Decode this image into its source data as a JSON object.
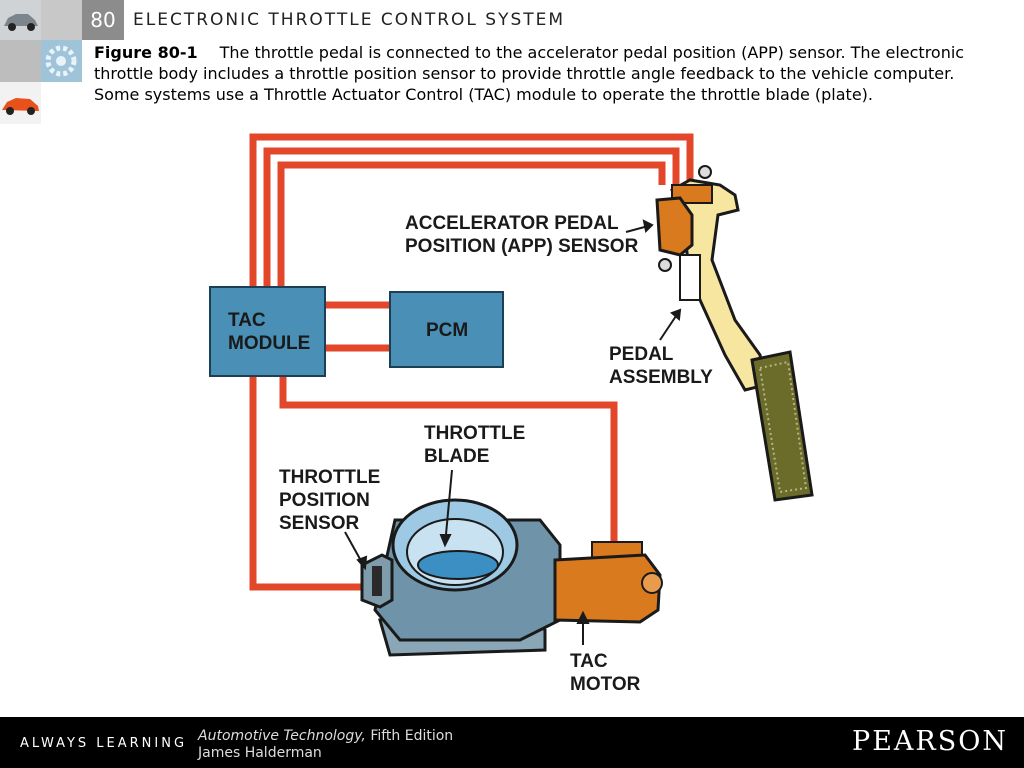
{
  "header": {
    "chapter_number": "80",
    "title": "ELECTRONIC THROTTLE CONTROL SYSTEM"
  },
  "caption": {
    "figure_label": "Figure 80-1",
    "text": "The throttle pedal is connected to the accelerator pedal position (APP) sensor. The electronic throttle body includes a throttle position sensor to provide throttle angle feedback to the vehicle computer. Some systems use a Throttle Actuator Control (TAC) module to operate the throttle blade (plate)."
  },
  "diagram": {
    "labels": {
      "app_sensor_line1": "ACCELERATOR PEDAL",
      "app_sensor_line2": "POSITION (APP) SENSOR",
      "tac_module_line1": "TAC",
      "tac_module_line2": "MODULE",
      "pcm": "PCM",
      "pedal_line1": "PEDAL",
      "pedal_line2": "ASSEMBLY",
      "blade_line1": "THROTTLE",
      "blade_line2": "BLADE",
      "tps_line1": "THROTTLE",
      "tps_line2": "POSITION",
      "tps_line3": "SENSOR",
      "motor_line1": "TAC",
      "motor_line2": "MOTOR"
    },
    "colors": {
      "wire": "#e2472a",
      "module_fill": "#4a8fb5",
      "pedal_fill": "#f7e6a0",
      "motor_fill": "#d97a1f",
      "throttle_body": "#6f93a8"
    }
  },
  "footer": {
    "tagline": "ALWAYS LEARNING",
    "book_title": "Automotive Technology,",
    "edition": " Fifth Edition",
    "author": "James Halderman",
    "publisher": "PEARSON"
  }
}
